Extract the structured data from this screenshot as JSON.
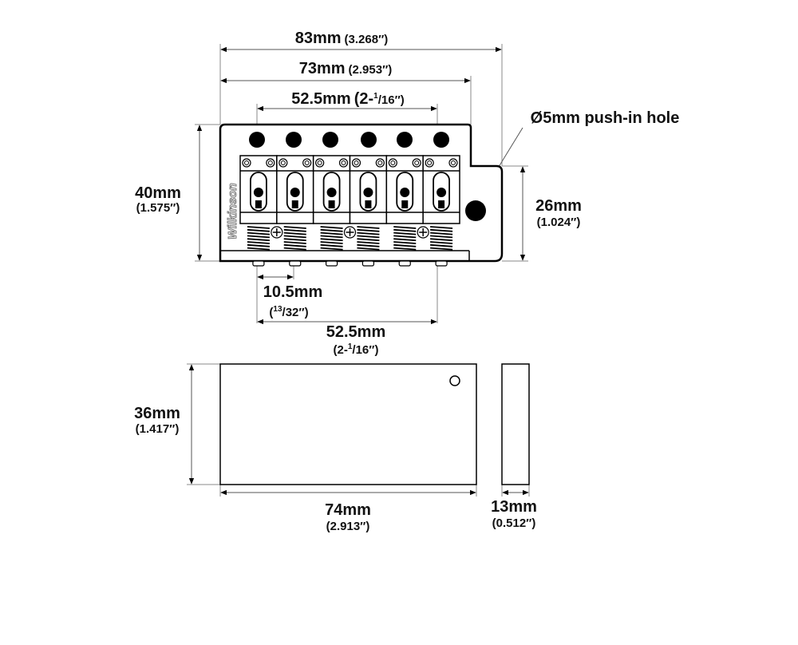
{
  "brand_logo": "Wilkinson",
  "dimensions": {
    "overall_width": {
      "metric": "83mm",
      "imperial": "(3.268″)"
    },
    "plate_width": {
      "metric": "73mm",
      "imperial": "(2.953″)"
    },
    "string_spacing_top": {
      "metric": "52.5mm",
      "imperial_pre": "(2-",
      "imperial_sup": "1",
      "imperial_post": "/16″)"
    },
    "plate_height": {
      "metric": "40mm",
      "imperial": "(1.575″)"
    },
    "push_in_hole": {
      "label": "Ø5mm push-in hole"
    },
    "step_height": {
      "metric": "26mm",
      "imperial": "(1.024″)"
    },
    "string_pitch": {
      "metric": "10.5mm",
      "imperial_pre": "(",
      "imperial_sup": "13",
      "imperial_post": "/32″)"
    },
    "string_spacing_bottom": {
      "metric": "52.5mm",
      "imperial_pre": "(2-",
      "imperial_sup": "1",
      "imperial_post": "/16″)"
    },
    "block_height": {
      "metric": "36mm",
      "imperial": "(1.417″)"
    },
    "block_width": {
      "metric": "74mm",
      "imperial": "(2.913″)"
    },
    "block_depth": {
      "metric": "13mm",
      "imperial": "(0.512″)"
    }
  },
  "saddle_count": 6
}
